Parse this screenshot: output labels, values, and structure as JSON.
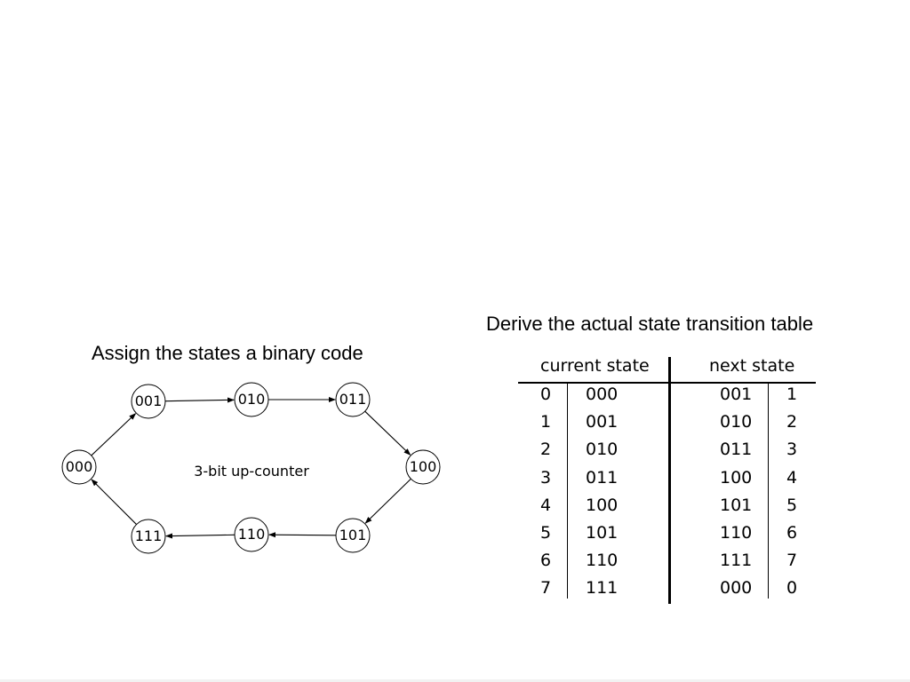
{
  "left_heading": "Assign the states a binary code",
  "right_heading": "Derive the actual state transition table",
  "diagram": {
    "center_label": "3-bit up-counter",
    "nodes": [
      "000",
      "001",
      "010",
      "011",
      "100",
      "101",
      "110",
      "111"
    ],
    "edges": [
      [
        "000",
        "001"
      ],
      [
        "001",
        "010"
      ],
      [
        "010",
        "011"
      ],
      [
        "011",
        "100"
      ],
      [
        "100",
        "101"
      ],
      [
        "101",
        "110"
      ],
      [
        "110",
        "111"
      ],
      [
        "111",
        "000"
      ]
    ]
  },
  "table": {
    "header_current": "current state",
    "header_next": "next state",
    "rows": [
      {
        "idx": "0",
        "cur": "000",
        "next": "001",
        "next_idx": "1"
      },
      {
        "idx": "1",
        "cur": "001",
        "next": "010",
        "next_idx": "2"
      },
      {
        "idx": "2",
        "cur": "010",
        "next": "011",
        "next_idx": "3"
      },
      {
        "idx": "3",
        "cur": "011",
        "next": "100",
        "next_idx": "4"
      },
      {
        "idx": "4",
        "cur": "100",
        "next": "101",
        "next_idx": "5"
      },
      {
        "idx": "5",
        "cur": "101",
        "next": "110",
        "next_idx": "6"
      },
      {
        "idx": "6",
        "cur": "110",
        "next": "111",
        "next_idx": "7"
      },
      {
        "idx": "7",
        "cur": "111",
        "next": "000",
        "next_idx": "0"
      }
    ]
  }
}
